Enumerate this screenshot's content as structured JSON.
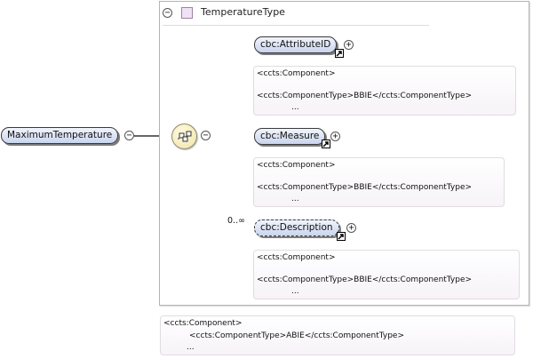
{
  "diagram": {
    "root_element": "MaximumTemperature",
    "type_name": "TemperatureType",
    "children": [
      {
        "name": "cbc:AttributeID",
        "annotation": [
          "<ccts:Component>",
          "<ccts:ComponentType>BBIE</ccts:ComponentType>",
          "..."
        ]
      },
      {
        "name": "cbc:Measure",
        "annotation": [
          "<ccts:Component>",
          "<ccts:ComponentType>BBIE</ccts:ComponentType>",
          "..."
        ]
      },
      {
        "name": "cbc:Description",
        "cardinality": "0..∞",
        "annotation": [
          "<ccts:Component>",
          "<ccts:ComponentType>BBIE</ccts:ComponentType>",
          "..."
        ]
      }
    ],
    "root_annotation": [
      "<ccts:Component>",
      "<ccts:ComponentType>ABIE</ccts:ComponentType>",
      "..."
    ],
    "toggle_symbol": "−",
    "expand_symbol": "+"
  }
}
